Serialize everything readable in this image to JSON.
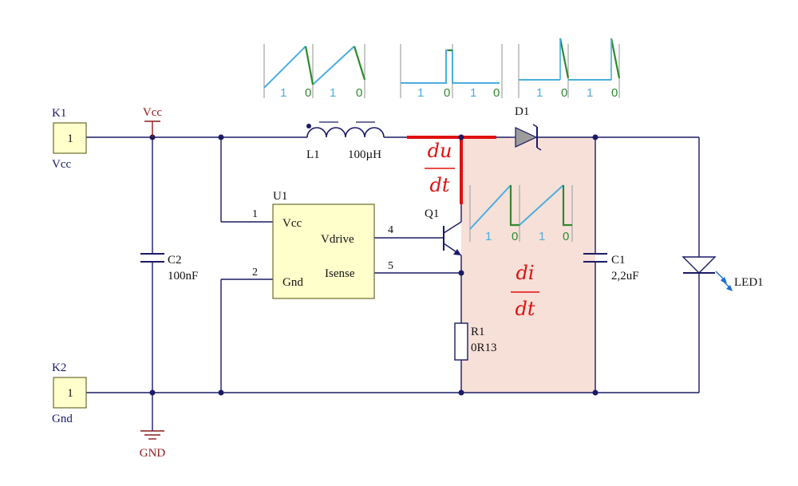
{
  "labels": {
    "k1": "K1",
    "k1_pin": "1",
    "k1_net": "Vcc",
    "k2": "K2",
    "k2_pin": "1",
    "k2_net": "Gnd",
    "vcc_rail": "Vcc",
    "gnd": "GND",
    "c2": "C2",
    "c2_value": "100nF",
    "u1": "U1",
    "u1_vcc": "Vcc",
    "u1_gnd": "Gnd",
    "u1_vdrive": "Vdrive",
    "u1_isense": "Isense",
    "pin1": "1",
    "pin2": "2",
    "pin4": "4",
    "pin5": "5",
    "l1": "L1",
    "l1_value": "100µH",
    "q1": "Q1",
    "d1": "D1",
    "r1": "R1",
    "r1_value": "0R13",
    "c1": "C1",
    "c1_value": "2,2uF",
    "led1": "LED1"
  },
  "annotations": {
    "du_num": "du",
    "du_den": "dt",
    "di_num": "di",
    "di_den": "dt"
  },
  "waveforms": {
    "w1": [
      "1",
      "0",
      "1",
      "0"
    ],
    "w2": [
      "1",
      "0",
      "1",
      "0"
    ],
    "w3": [
      "1",
      "0",
      "1",
      "0"
    ],
    "w4": [
      "1",
      "0",
      "1",
      "0"
    ]
  },
  "colors": {
    "wire": "#1a1a66",
    "component_fill": "#ffffcc",
    "highlight_red": "#e01010",
    "shaded_region": "#f7e0d8",
    "wave_blue": "#4aaee0",
    "wave_green": "#2e8b2e"
  }
}
